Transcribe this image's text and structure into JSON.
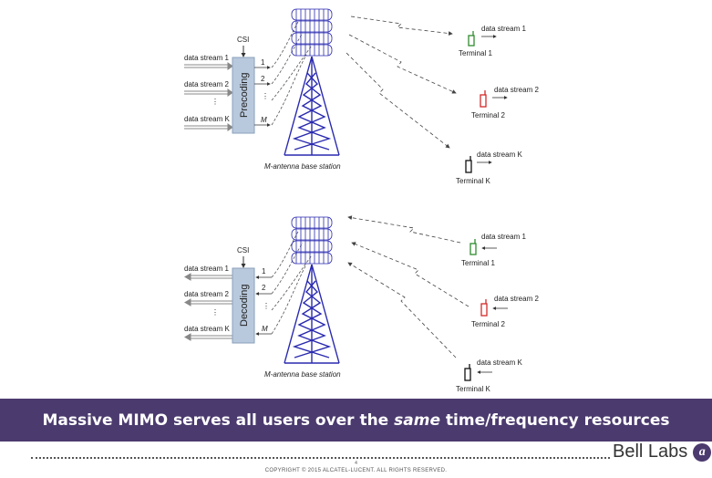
{
  "diagram": {
    "downlink": {
      "csi": "CSI",
      "box_label": "Precoding",
      "streams": [
        "data stream 1",
        "data stream 2",
        "data stream K"
      ],
      "antenna_ports": [
        "1",
        "2",
        "M"
      ],
      "vertical_dots": "⋮",
      "station_label": "M-antenna base station",
      "terminals": [
        {
          "stream": "data stream 1",
          "name": "Terminal 1",
          "color": "#2e8b2e"
        },
        {
          "stream": "data stream 2",
          "name": "Terminal 2",
          "color": "#d42a2a"
        },
        {
          "stream": "data stream K",
          "name": "Terminal K",
          "color": "#111111"
        }
      ]
    },
    "uplink": {
      "csi": "CSI",
      "box_label": "Decoding",
      "streams": [
        "data stream 1",
        "data stream 2",
        "data stream K"
      ],
      "antenna_ports": [
        "1",
        "2",
        "M"
      ],
      "vertical_dots": "⋮",
      "station_label": "M-antenna base station",
      "terminals": [
        {
          "stream": "data stream 1",
          "name": "Terminal 1",
          "color": "#2e8b2e"
        },
        {
          "stream": "data stream 2",
          "name": "Terminal 2",
          "color": "#d42a2a"
        },
        {
          "stream": "data stream K",
          "name": "Terminal K",
          "color": "#111111"
        }
      ]
    }
  },
  "colors": {
    "tower": "#2a2ab0",
    "box_fill": "#b9c9dd",
    "banner": "#4b3a6e"
  },
  "banner": {
    "pre": "Massive MIMO serves all users over the ",
    "em": "same",
    "post": " time/frequency resources"
  },
  "footer": {
    "brand": "Bell Labs",
    "page_number": "4",
    "copyright": "COPYRIGHT © 2015 ALCATEL-LUCENT.  ALL RIGHTS RESERVED."
  }
}
